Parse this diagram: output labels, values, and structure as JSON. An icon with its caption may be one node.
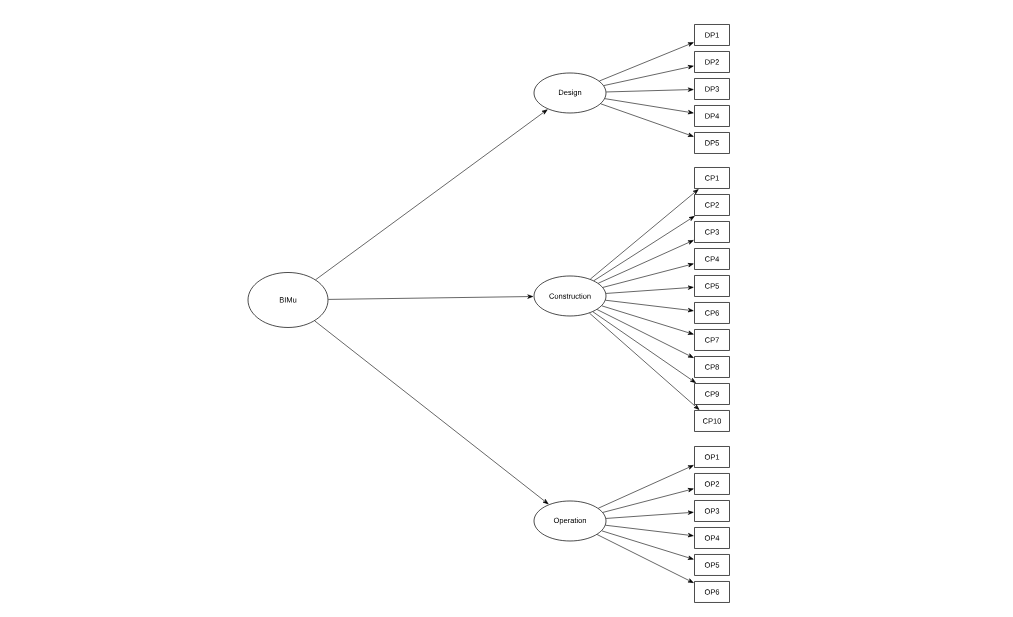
{
  "diagram": {
    "nodes": [
      {
        "text": [
          "BIMu"
        ]
      },
      {
        "text": [
          "Design"
        ]
      },
      {
        "text": [
          "Construction"
        ]
      },
      {
        "text": [
          "Operation"
        ]
      },
      {
        "text": [
          "DP1"
        ]
      },
      {
        "text": [
          "DP2"
        ]
      },
      {
        "text": [
          "DP3"
        ]
      },
      {
        "text": [
          "DP4"
        ]
      },
      {
        "text": [
          "DP5"
        ]
      },
      {
        "text": [
          "CP1"
        ]
      },
      {
        "text": [
          "CP2"
        ]
      },
      {
        "text": [
          "CP3"
        ]
      },
      {
        "text": [
          "CP4"
        ]
      },
      {
        "text": [
          "CP5"
        ]
      },
      {
        "text": [
          "CP6"
        ]
      },
      {
        "text": [
          "CP7"
        ]
      },
      {
        "text": [
          "CP8"
        ]
      },
      {
        "text": [
          "CP9"
        ]
      },
      {
        "text": [
          "CP10"
        ]
      },
      {
        "text": [
          "OP1"
        ]
      },
      {
        "text": [
          "OP2"
        ]
      },
      {
        "text": [
          "OP3"
        ]
      },
      {
        "text": [
          "OP4"
        ]
      },
      {
        "text": [
          "OP5"
        ]
      },
      {
        "text": [
          "OP6"
        ]
      }
    ],
    "edges": [
      {
        "from": 0,
        "to": 1,
        "arrow": "to"
      },
      {
        "from": 0,
        "to": 2,
        "arrow": "to"
      },
      {
        "from": 0,
        "to": 3,
        "arrow": "to"
      },
      {
        "from": 1,
        "to": 4,
        "arrow": "to"
      },
      {
        "from": 1,
        "to": 5,
        "arrow": "to"
      },
      {
        "from": 1,
        "to": 6,
        "arrow": "to"
      },
      {
        "from": 1,
        "to": 7,
        "arrow": "to"
      },
      {
        "from": 1,
        "to": 8,
        "arrow": "to"
      },
      {
        "from": 2,
        "to": 9,
        "arrow": "to"
      },
      {
        "from": 2,
        "to": 10,
        "arrow": "to"
      },
      {
        "from": 2,
        "to": 11,
        "arrow": "to"
      },
      {
        "from": 2,
        "to": 12,
        "arrow": "to"
      },
      {
        "from": 2,
        "to": 13,
        "arrow": "to"
      },
      {
        "from": 2,
        "to": 14,
        "arrow": "to"
      },
      {
        "from": 2,
        "to": 15,
        "arrow": "to"
      },
      {
        "from": 2,
        "to": 16,
        "arrow": "to"
      },
      {
        "from": 2,
        "to": 17,
        "arrow": "to"
      },
      {
        "from": 2,
        "to": 18,
        "arrow": "to"
      },
      {
        "from": 3,
        "to": 19,
        "arrow": "to"
      },
      {
        "from": 3,
        "to": 20,
        "arrow": "to"
      },
      {
        "from": 3,
        "to": 21,
        "arrow": "to"
      },
      {
        "from": 3,
        "to": 22,
        "arrow": "to"
      },
      {
        "from": 3,
        "to": 23,
        "arrow": "to"
      },
      {
        "from": 3,
        "to": 24,
        "arrow": "to"
      }
    ]
  }
}
